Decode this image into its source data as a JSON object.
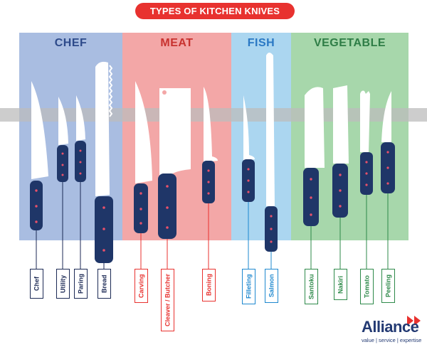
{
  "title": "TYPES OF KITCHEN KNIVES",
  "categories": [
    {
      "name": "CHEF",
      "color": "#2d4a8a",
      "bg": "#a8bde0"
    },
    {
      "name": "MEAT",
      "color": "#c8322f",
      "bg": "#f2a6a6"
    },
    {
      "name": "FISH",
      "color": "#2a78c4",
      "bg": "#a9d5ef"
    },
    {
      "name": "VEGETABLE",
      "color": "#2e7d46",
      "bg": "#a6d6aa"
    }
  ],
  "knives": {
    "chef": "Chef",
    "utility": "Utility",
    "paring": "Paring",
    "bread": "Bread",
    "carving": "Carving",
    "cleaver": "Cleaver / Butcher",
    "boning": "Boning",
    "filleting": "Filleting",
    "salmon": "Salmon",
    "santoku": "Santoku",
    "nakiri": "Nakiri",
    "tomato": "Tomato",
    "peeling": "Peeling"
  },
  "logo": {
    "name": "Alliance",
    "tagline": "value | service | expertise"
  }
}
